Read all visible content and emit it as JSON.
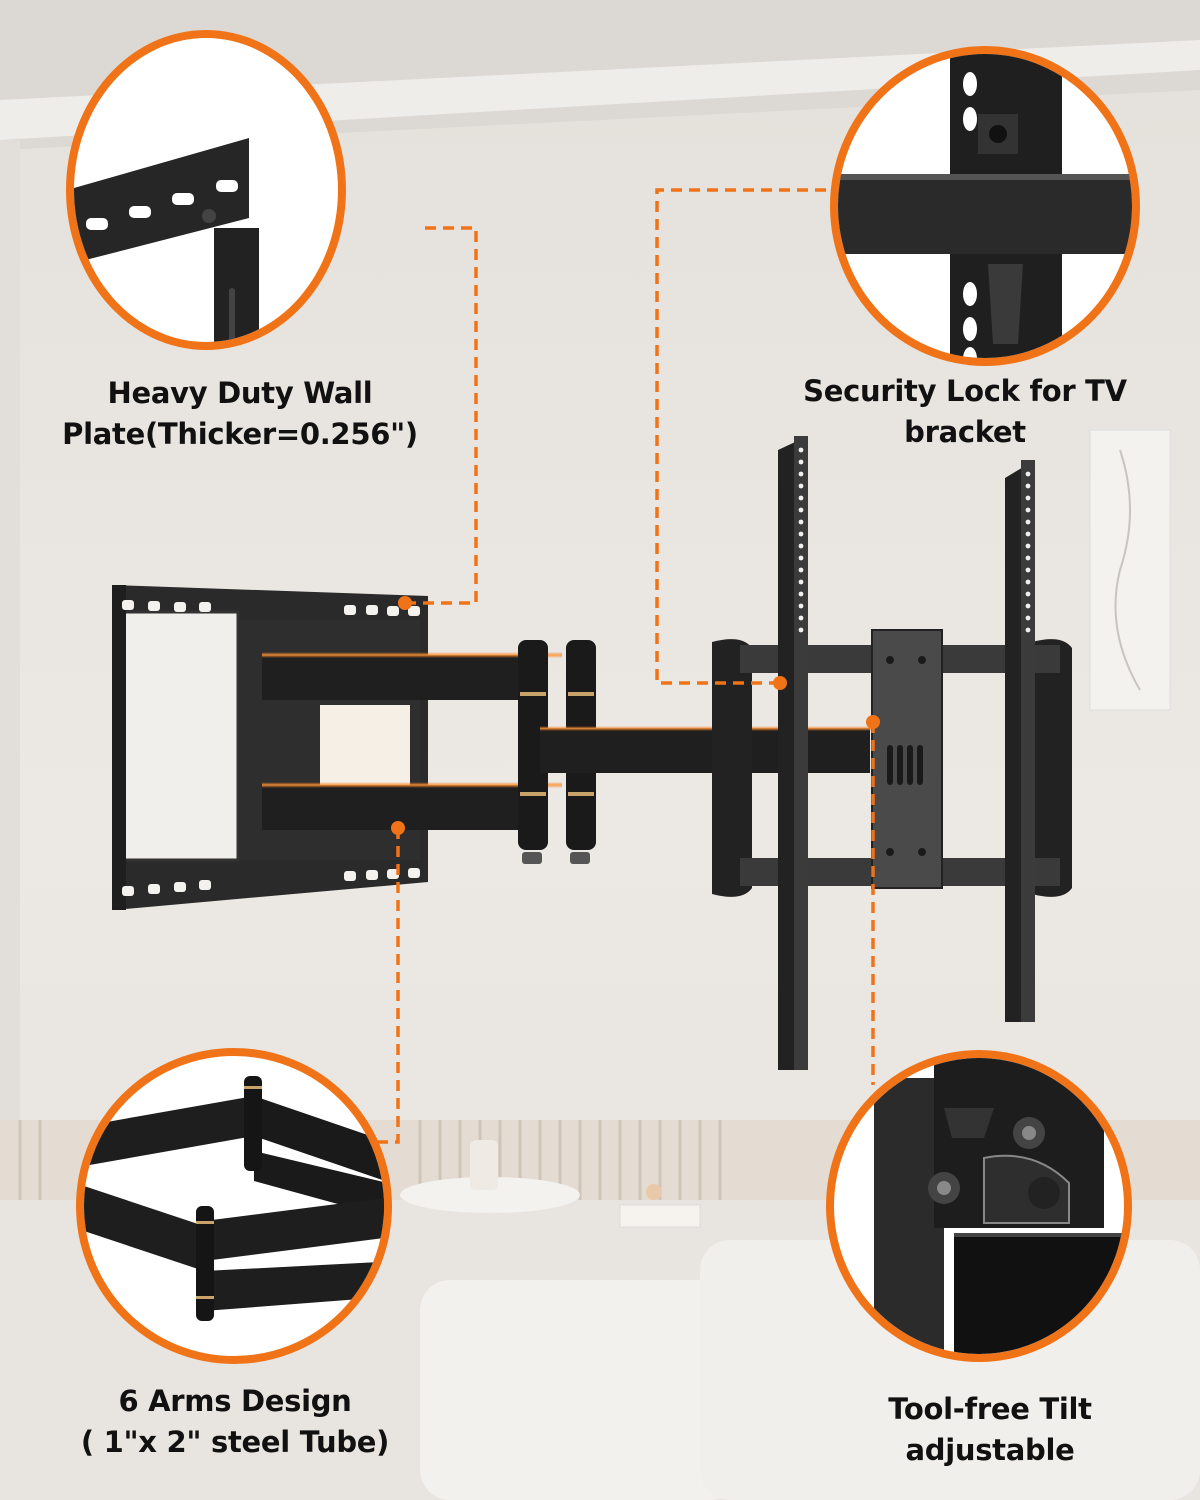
{
  "accent_color": "#f07318",
  "product": "Full motion TV wall mount (articulating arm)",
  "callouts": [
    {
      "id": "wall-plate",
      "title_line1": "Heavy Duty Wall",
      "title_line2": "Plate(Thicker=0.256\")",
      "icon": "wall-plate-closeup"
    },
    {
      "id": "security-lock",
      "title_line1": "Security Lock for TV bracket",
      "title_line2": "",
      "icon": "security-lock-closeup"
    },
    {
      "id": "arms",
      "title_line1": "6 Arms Design",
      "title_line2": "( 1\"x 2\" steel Tube)",
      "icon": "arms-closeup"
    },
    {
      "id": "tilt",
      "title_line1": "Tool-free Tilt",
      "title_line2": "adjustable",
      "icon": "tilt-closeup"
    }
  ]
}
